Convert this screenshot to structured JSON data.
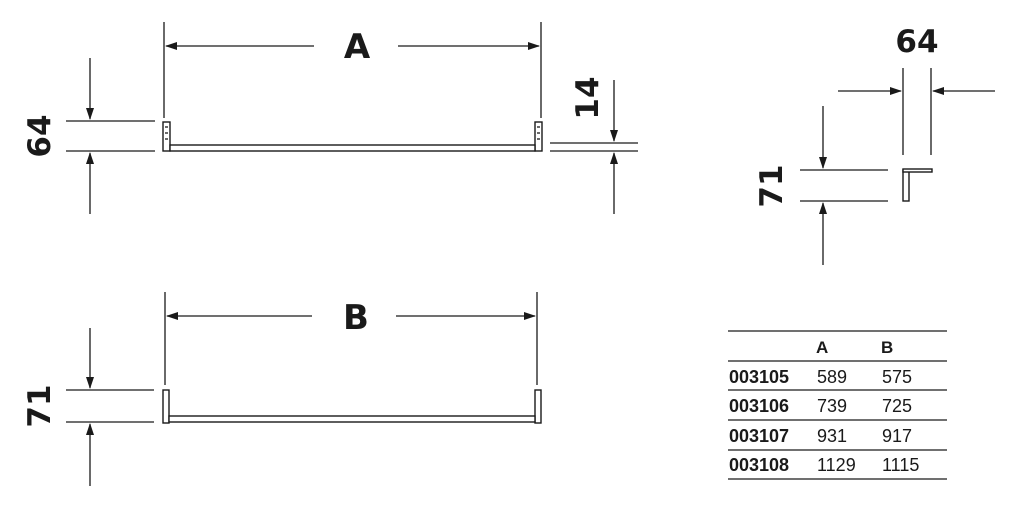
{
  "labels": {
    "top_width": "A",
    "top_height": "64",
    "top_bar_thickness": "14",
    "side_width": "64",
    "side_height": "71",
    "bottom_width": "B",
    "bottom_height": "71"
  },
  "table": {
    "columns": [
      "",
      "A",
      "B"
    ],
    "rows": [
      {
        "code": "003105",
        "a": "589",
        "b": "575"
      },
      {
        "code": "003106",
        "a": "739",
        "b": "725"
      },
      {
        "code": "003107",
        "a": "931",
        "b": "917"
      },
      {
        "code": "003108",
        "a": "1129",
        "b": "1115"
      }
    ]
  },
  "colors": {
    "line": "#1a1a1a",
    "background": "#ffffff"
  }
}
